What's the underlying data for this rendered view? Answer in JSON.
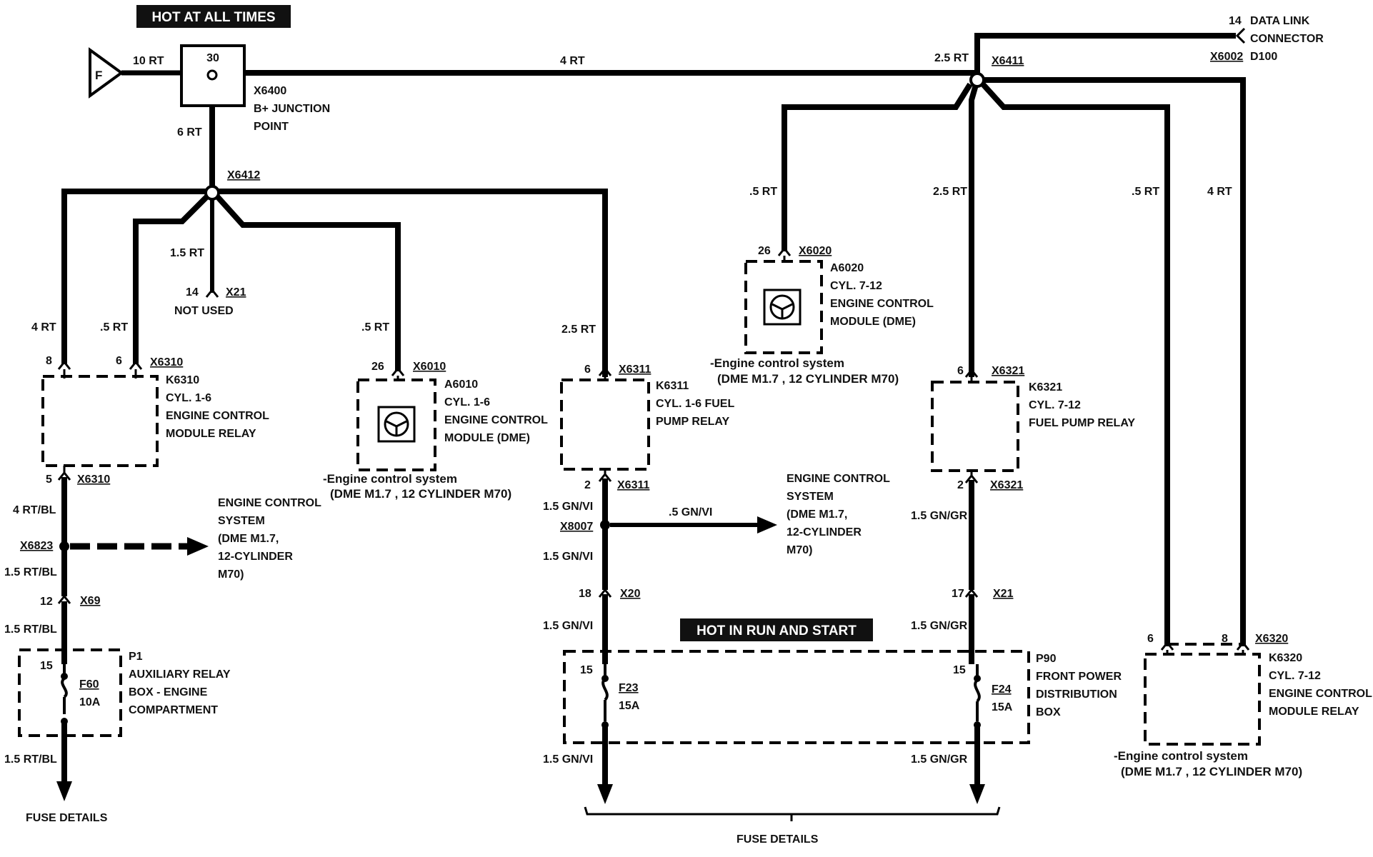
{
  "banners": {
    "hot_at_all_times": "HOT AT ALL TIMES",
    "hot_in_run_and_start": "HOT IN RUN AND START"
  },
  "feed": {
    "fusible_link": "F",
    "wire": "10 RT",
    "pin": "30"
  },
  "junction_b": {
    "id": "X6400",
    "name1": "B+ JUNCTION",
    "name2": "POINT"
  },
  "wires": {
    "main_4rt": "4 RT",
    "b_down": "6 RT",
    "left_4rt": "4 RT",
    "left_05rt": ".5 RT",
    "x21_15rt": "1.5 RT",
    "a6010_05rt": ".5 RT",
    "k6311_25rt": "2.5 RT",
    "top_right_25rt": "2.5 RT",
    "a6020_05rt": ".5 RT",
    "k6321_25rt": "2.5 RT",
    "k6320_05rt": ".5 RT",
    "k6320_4rt": "4 RT",
    "k6310_out": "4 RT/BL",
    "x6823_below": "1.5 RT/BL",
    "x69_below": "1.5 RT/BL",
    "fuse_left_out": "1.5 RT/BL",
    "k6311_out": "1.5 GN/VI",
    "x8007_branch": ".5 GN/VI",
    "x8007_below": "1.5 GN/VI",
    "x20_below": "1.5 GN/VI",
    "f23_out": "1.5 GN/VI",
    "k6321_out": "1.5 GN/GR",
    "x21r_below": "1.5 GN/GR",
    "f24_out": "1.5 GN/GR"
  },
  "splices": {
    "x6412": "X6412",
    "x6411": "X6411",
    "x6823": "X6823",
    "x8007": "X8007"
  },
  "x21_unused": {
    "pin": "14",
    "conn": "X21",
    "note": "NOT USED"
  },
  "data_link": {
    "pin": "14",
    "name1": "DATA LINK",
    "name2": "CONNECTOR",
    "conn": "X6002",
    "id": "D100"
  },
  "k6310": {
    "pin_a": "8",
    "pin_b": "6",
    "conn": "X6310",
    "id": "K6310",
    "l1": "CYL. 1-6",
    "l2": "ENGINE CONTROL",
    "l3": "MODULE RELAY",
    "out_pin": "5",
    "out_conn": "X6310"
  },
  "a6010": {
    "pin": "26",
    "conn": "X6010",
    "id": "A6010",
    "l1": "CYL. 1-6",
    "l2": "ENGINE CONTROL",
    "l3": "MODULE (DME)",
    "ref1": "-Engine control system",
    "ref2": "(DME M1.7 , 12 CYLINDER M70)"
  },
  "k6311": {
    "pin": "6",
    "conn": "X6311",
    "id": "K6311",
    "l1": "CYL. 1-6 FUEL",
    "l2": "PUMP RELAY",
    "out_pin": "2",
    "out_conn": "X6311"
  },
  "a6020": {
    "pin": "26",
    "conn": "X6020",
    "id": "A6020",
    "l1": "CYL. 7-12",
    "l2": "ENGINE CONTROL",
    "l3": "MODULE (DME)",
    "ref1": "-Engine control system",
    "ref2": "(DME M1.7 , 12 CYLINDER M70)"
  },
  "k6321": {
    "pin": "6",
    "conn": "X6321",
    "id": "K6321",
    "l1": "CYL. 7-12",
    "l2": "FUEL PUMP RELAY",
    "out_pin": "2",
    "out_conn": "X6321"
  },
  "k6320": {
    "pin_a": "6",
    "pin_b": "8",
    "conn": "X6320",
    "id": "K6320",
    "l1": "CYL. 7-12",
    "l2": "ENGINE CONTROL",
    "l3": "MODULE RELAY",
    "ref1": "-Engine control system",
    "ref2": "(DME M1.7 , 12 CYLINDER M70)"
  },
  "ecs_left": {
    "l1": "ENGINE CONTROL",
    "l2": "SYSTEM",
    "l3": "(DME M1.7,",
    "l4": "12-CYLINDER",
    "l5": "M70)"
  },
  "ecs_mid": {
    "l1": "ENGINE CONTROL",
    "l2": "SYSTEM",
    "l3": "(DME M1.7,",
    "l4": "12-CYLINDER",
    "l5": "M70)"
  },
  "x69": {
    "pin": "12",
    "conn": "X69"
  },
  "x20": {
    "pin": "18",
    "conn": "X20"
  },
  "x21r": {
    "pin": "17",
    "conn": "X21"
  },
  "p1": {
    "pin": "15",
    "fuse": "F60",
    "amps": "10A",
    "id": "P1",
    "l1": "AUXILIARY RELAY",
    "l2": "BOX - ENGINE",
    "l3": "COMPARTMENT"
  },
  "p90": {
    "pin_l": "15",
    "pin_r": "15",
    "fuse_l": "F23",
    "amps_l": "15A",
    "fuse_r": "F24",
    "amps_r": "15A",
    "id": "P90",
    "l1": "FRONT POWER",
    "l2": "DISTRIBUTION",
    "l3": "BOX"
  },
  "fuse_details": {
    "left": "FUSE DETAILS",
    "bottom": "FUSE DETAILS"
  }
}
